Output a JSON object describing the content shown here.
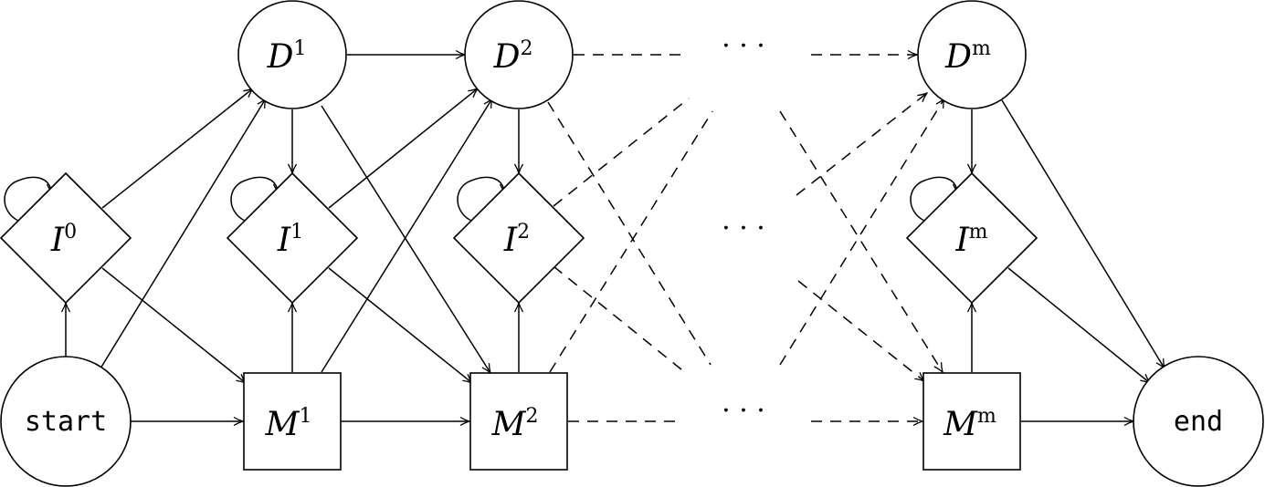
{
  "nodes": {
    "start": {
      "label": "start"
    },
    "end": {
      "label": "end"
    },
    "D1": {
      "base": "D",
      "sup": "1"
    },
    "D2": {
      "base": "D",
      "sup": "2"
    },
    "Dm": {
      "base": "D",
      "sup": "m"
    },
    "I0": {
      "base": "I",
      "sup": "0"
    },
    "I1": {
      "base": "I",
      "sup": "1"
    },
    "I2": {
      "base": "I",
      "sup": "2"
    },
    "Im": {
      "base": "I",
      "sup": "m"
    },
    "M1": {
      "base": "M",
      "sup": "1"
    },
    "M2": {
      "base": "M",
      "sup": "2"
    },
    "Mm": {
      "base": "M",
      "sup": "m"
    }
  },
  "ellipsis": {
    "top": "· · ·",
    "middle": "· · ·",
    "bottom": "· · ·"
  }
}
